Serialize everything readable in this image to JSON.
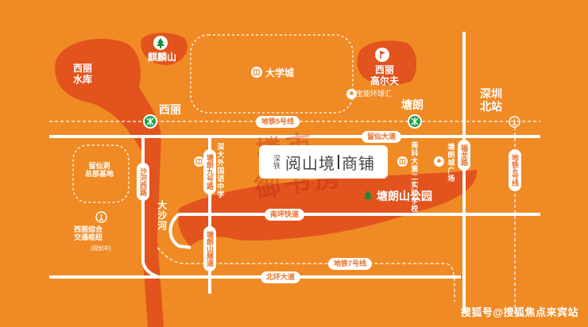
{
  "colors": {
    "background": "#F08A24",
    "region": "#E2531E",
    "road": "#FFFFFF",
    "metro_icon": "#19A34A",
    "park_icon": "#1B8A3A"
  },
  "labels": {
    "xili_reservoir": "西丽\n水库",
    "qilin_mountain": "麒麟山",
    "university_town": "大学城",
    "xili_golf": "西丽\n高尔夫",
    "xili_station": "西丽",
    "tanglang_station": "塘朗",
    "baoneng_mall": "宝能环球汇",
    "shenzhen_north": "深圳\n北站",
    "liuxiandong": "留仙洞\n总部基地",
    "xili_hub": "西丽综合\n交通枢纽",
    "xili_hub_note": "(规划中)",
    "dashahe": "大沙河",
    "tanglang_park": "塘朗山公园",
    "shenwai_school": "深大外国语中学",
    "nanke_school": "南科大第二实验学校",
    "tanglangcheng": "塘朗城广场"
  },
  "roads": {
    "metro5": "地铁5号线",
    "liuxian": "留仙大道",
    "nanping": "南坪快速",
    "metro7": "地铁7号线",
    "beihuan": "北环大道",
    "shahexi": "沙河西路",
    "tanglang9": "塘朗九号路",
    "tanglangshan_tunnel": "塘朗山隧道",
    "fulong": "福龙路",
    "metro4": "地铁4号线"
  },
  "project": {
    "sub": "深铁",
    "name": "阅山境",
    "suffix": "商铺"
  },
  "watermark": {
    "line1": "楼市",
    "line2": "御书房"
  },
  "footer": "搜狐号@搜狐焦点来宾站"
}
